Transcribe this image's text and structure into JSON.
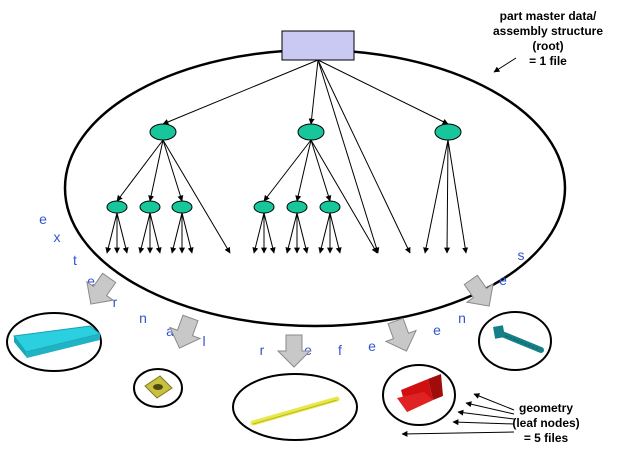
{
  "root_label": [
    "part master data/",
    "assembly structure",
    "(root)",
    "= 1 file"
  ],
  "leaf_label": [
    "geometry",
    "(leaf nodes)",
    "= 5 files"
  ],
  "external_references": "external references",
  "colors": {
    "root_fill": "#c9c9f4",
    "node_fill": "#17c79b",
    "arrow_gray": "#c8c8c8",
    "text_blue": "#3355cc",
    "part_cyan": "#2ad0e0",
    "part_olive": "#c9c040",
    "part_yellow": "#e8e84a",
    "part_red": "#d01010",
    "part_teal": "#157f87"
  },
  "icons": {
    "plate_part": "cyan-plate",
    "washer_part": "olive-washer",
    "rod_part": "yellow-rod",
    "bracket_part": "red-bracket",
    "bolt_part": "teal-bolt"
  }
}
